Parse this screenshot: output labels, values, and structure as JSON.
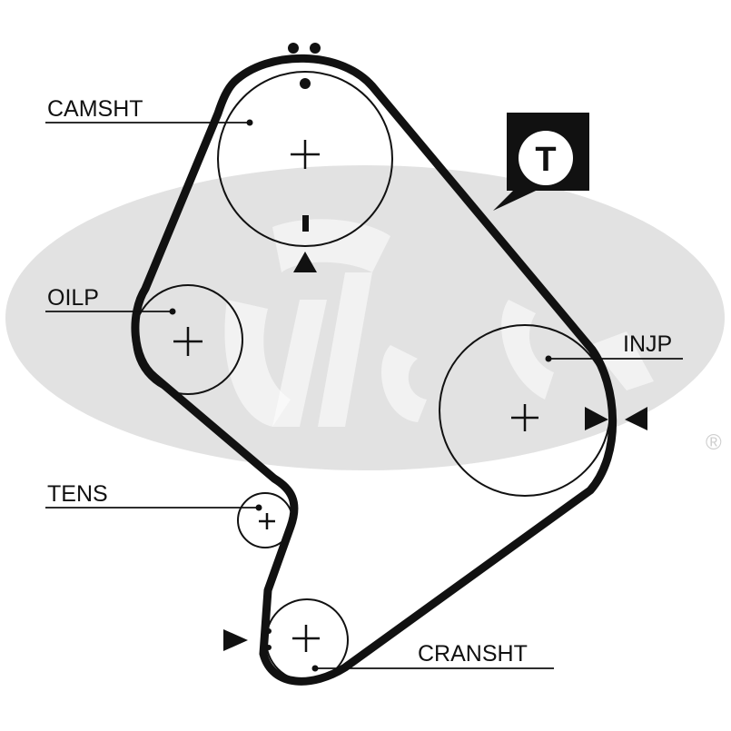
{
  "diagram": {
    "labels": {
      "camshaft": "CAMSHT",
      "oil_pump": "OILP",
      "injection_pump": "INJP",
      "tensioner": "TENS",
      "crankshaft": "CRANSHT"
    },
    "tension_badge": "T",
    "watermark": {
      "brand": "Gates",
      "registered_mark": "®"
    },
    "colors": {
      "ink": "#111111",
      "watermark": "#e2e2e2",
      "background": "#ffffff"
    }
  }
}
